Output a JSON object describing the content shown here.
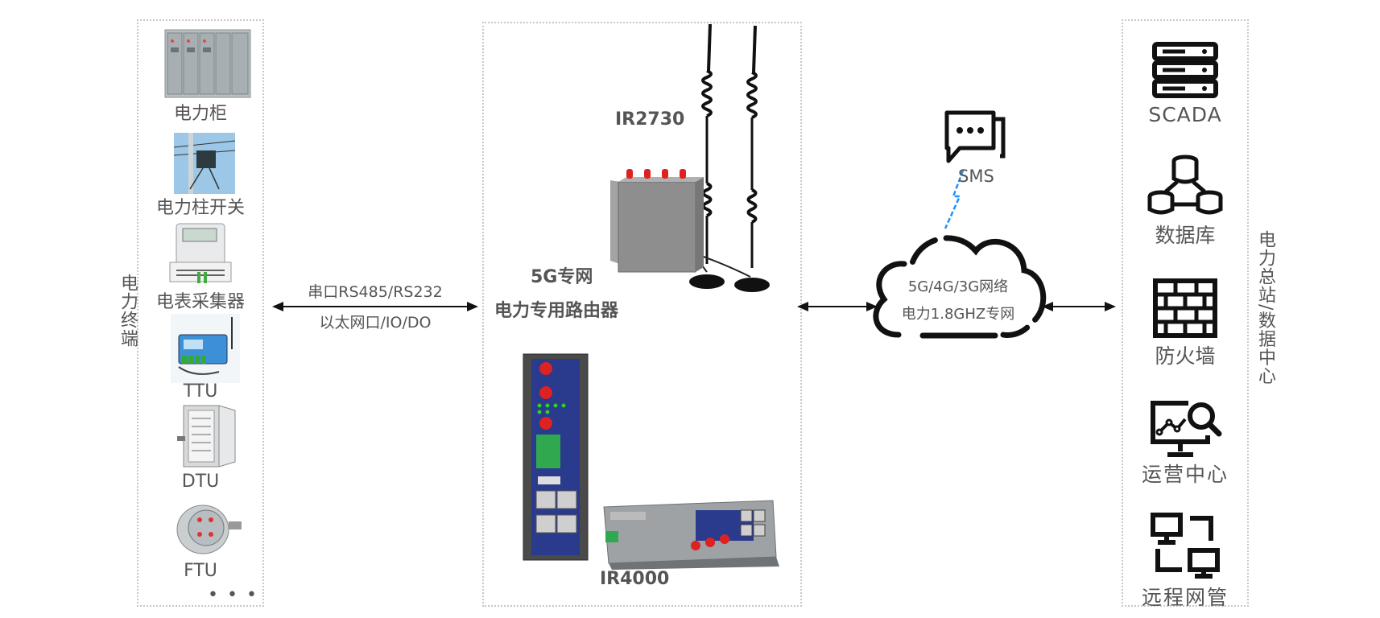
{
  "left_panel": {
    "title": "电力终端",
    "devices": [
      "电力柜",
      "电力柱开关",
      "电表采集器",
      "TTU",
      "DTU",
      "FTU"
    ],
    "more": "• • •"
  },
  "link_left": {
    "line1": "串口RS485/RS232",
    "line2": "以太网口/IO/DO"
  },
  "center_panel": {
    "router_top_model": "IR2730",
    "router_caption_line1": "5G专网",
    "router_caption_line2": "电力专用路由器",
    "router_bottom_model": "IR4000"
  },
  "cloud": {
    "sms": "SMS",
    "line1": "5G/4G/3G网络",
    "line2": "电力1.8GHZ专网"
  },
  "right_panel": {
    "title": "电力总站/数据中心",
    "items": [
      {
        "label": "SCADA",
        "icon": "server-icon"
      },
      {
        "label": "数据库",
        "icon": "database-icon"
      },
      {
        "label": "防火墙",
        "icon": "firewall-icon"
      },
      {
        "label": "运营中心",
        "icon": "monitor-search-icon"
      },
      {
        "label": "远程网管",
        "icon": "network-management-icon"
      }
    ]
  },
  "colors": {
    "accent": "#1e90ff",
    "frame": "#c8c8c8",
    "dark": "#111111",
    "router_gray": "#8e8e8e",
    "router_blue": "#2a3a8c"
  }
}
